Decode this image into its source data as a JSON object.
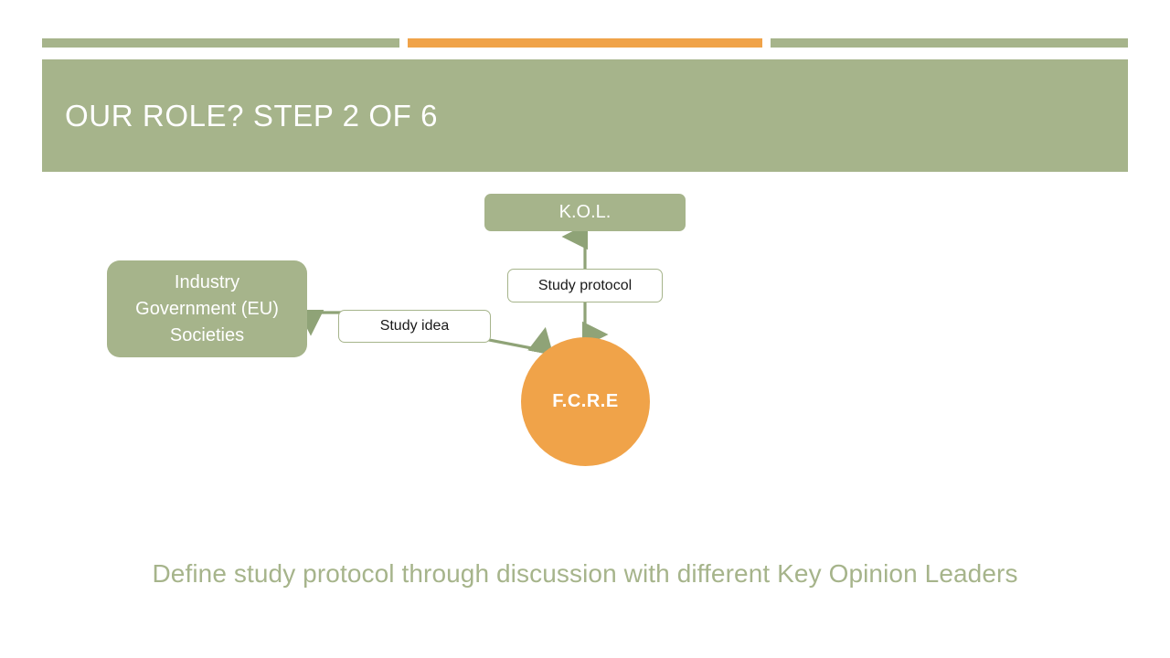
{
  "slide": {
    "title": "OUR ROLE? STEP 2 OF 6",
    "caption": "Define study protocol through discussion with different Key Opinion Leaders",
    "colors": {
      "green": "#A6B48B",
      "orange": "#F0A349",
      "white": "#FFFFFF",
      "text_dark": "#1A1A1A"
    }
  },
  "accent_bars": [
    {
      "name": "left-green-bar",
      "color": "#A6B48B"
    },
    {
      "name": "middle-orange-bar",
      "color": "#F0A349"
    },
    {
      "name": "right-green-bar",
      "color": "#A6B48B"
    }
  ],
  "diagram": {
    "nodes": {
      "kol": {
        "label": "K.O.L."
      },
      "industry": {
        "lines": [
          "Industry",
          "Government (EU)",
          "Societies"
        ]
      },
      "fcre": {
        "label": "F.C.R.E"
      }
    },
    "connector_labels": {
      "study_protocol": "Study protocol",
      "study_idea": "Study idea"
    },
    "arrows": [
      {
        "name": "arrow-fcre-to-kol",
        "from": "F.C.R.E",
        "to": "K.O.L.",
        "direction": "up"
      },
      {
        "name": "arrow-kol-to-fcre",
        "from": "K.O.L.",
        "to": "F.C.R.E",
        "direction": "down"
      },
      {
        "name": "arrow-fcre-to-industry",
        "from": "F.C.R.E",
        "to": "Industry Government (EU) Societies",
        "direction": "left"
      },
      {
        "name": "arrow-industry-to-fcre",
        "from": "Industry Government (EU) Societies",
        "to": "F.C.R.E",
        "direction": "down-right"
      }
    ]
  }
}
